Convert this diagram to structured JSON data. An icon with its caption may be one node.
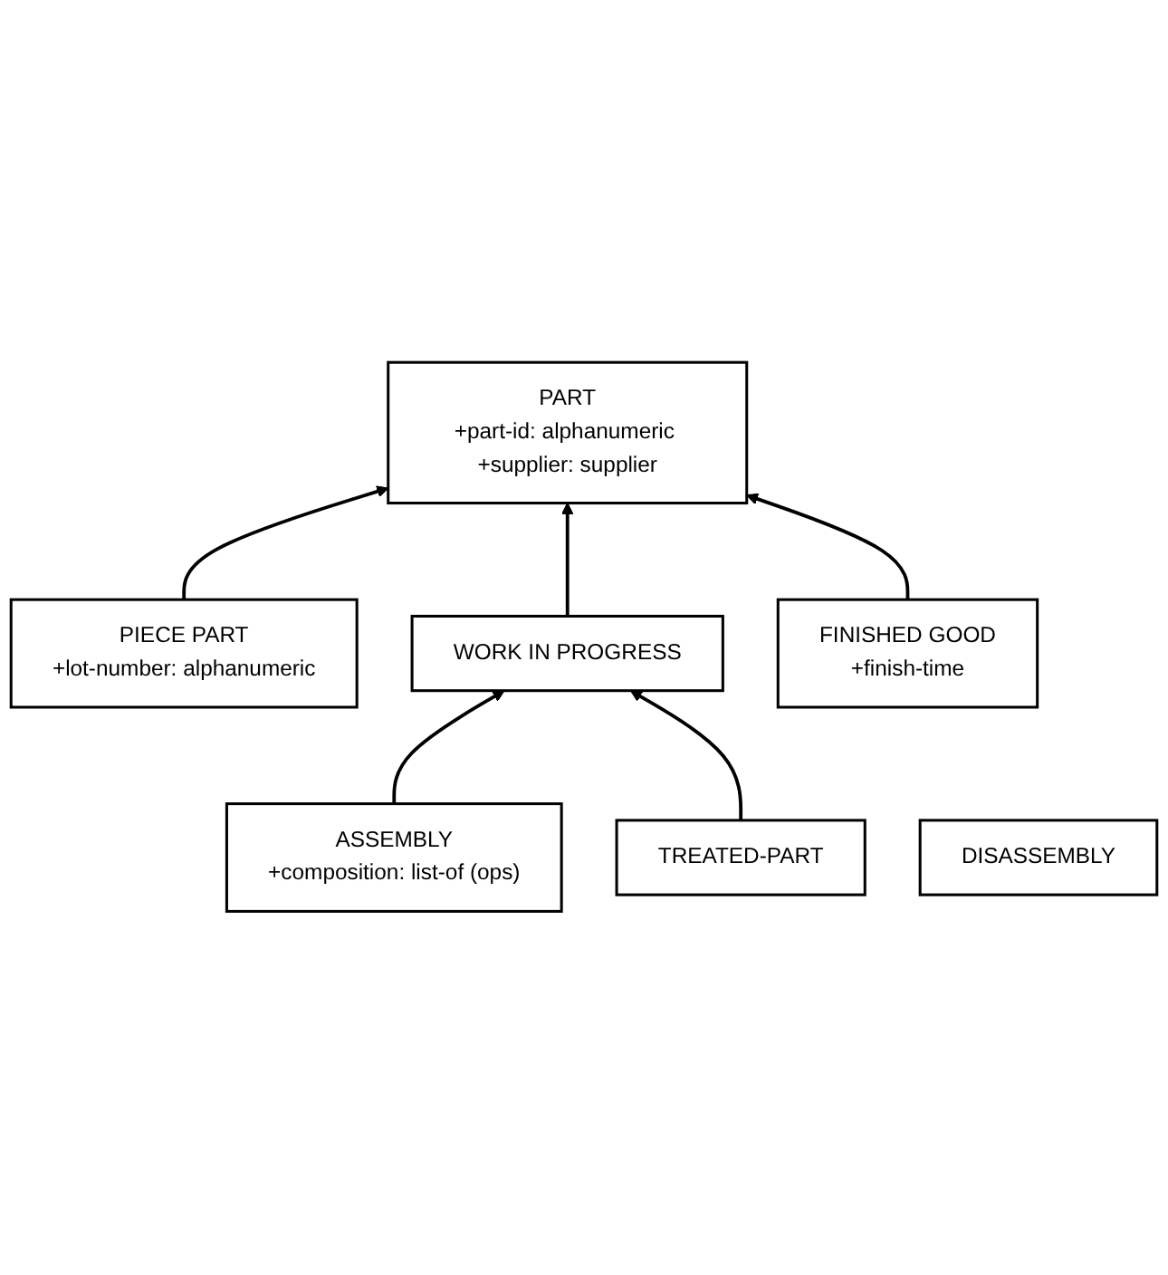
{
  "diagram": {
    "nodes": [
      {
        "text": [
          "PART",
          "+part-id: alphanumeric +supplier: supplier"
        ]
      },
      {
        "text": [
          "PIECE PART",
          "+lot-number: alphanumeric"
        ]
      },
      {
        "text": [
          "WORK IN PROGRESS"
        ]
      },
      {
        "text": [
          "FINISHED GOOD",
          "+finish-time"
        ]
      },
      {
        "text": [
          "ASSEMBLY",
          "+composition: list-of (ops)"
        ]
      },
      {
        "text": [
          "TREATED-PART"
        ]
      },
      {
        "text": [
          "DISASSEMBLY"
        ]
      }
    ],
    "edges": [
      {
        "from": 1,
        "to": 0,
        "arrow": "to"
      },
      {
        "from": 2,
        "to": 0,
        "arrow": "to"
      },
      {
        "from": 3,
        "to": 0,
        "arrow": "to"
      },
      {
        "from": 4,
        "to": 2,
        "arrow": "to"
      },
      {
        "from": 5,
        "to": 2,
        "arrow": "to"
      }
    ]
  }
}
